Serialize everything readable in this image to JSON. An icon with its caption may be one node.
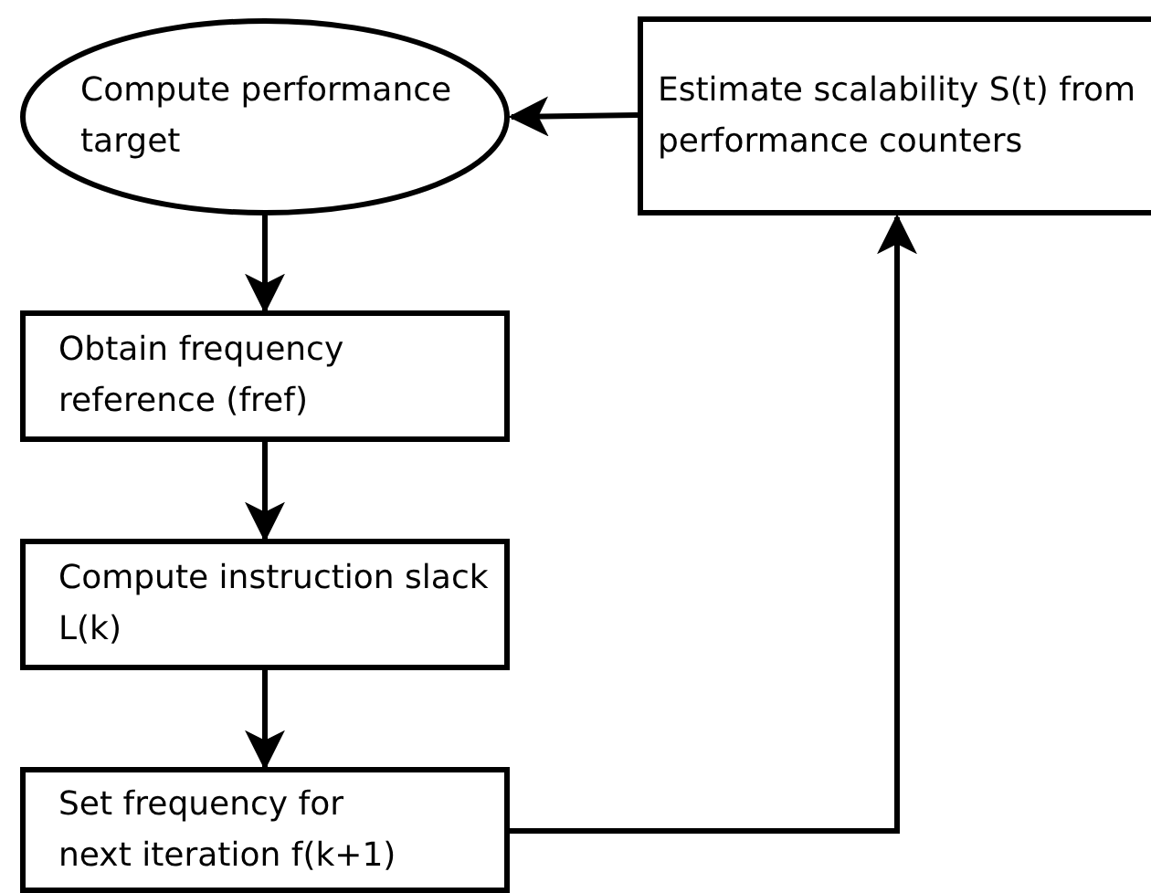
{
  "diagram": {
    "nodes": [
      {
        "text": [
          "Compute performance target"
        ]
      },
      {
        "text": [
          "Obtain frequency reference (fref)"
        ]
      },
      {
        "text": [
          "Compute instruction slack L(k)"
        ]
      },
      {
        "text": [
          "Set frequency for next iteration f(k+1)"
        ]
      },
      {
        "text": [
          "Estimate scalability S(t) from performance counters"
        ]
      }
    ],
    "edges": [
      {
        "from": 4,
        "to": 0,
        "arrow": "to"
      },
      {
        "from": 0,
        "to": 1,
        "arrow": "to"
      },
      {
        "from": 1,
        "to": 2,
        "arrow": "to"
      },
      {
        "from": 2,
        "to": 3,
        "arrow": "to"
      },
      {
        "from": 3,
        "to": 4,
        "arrow": "to"
      }
    ]
  }
}
